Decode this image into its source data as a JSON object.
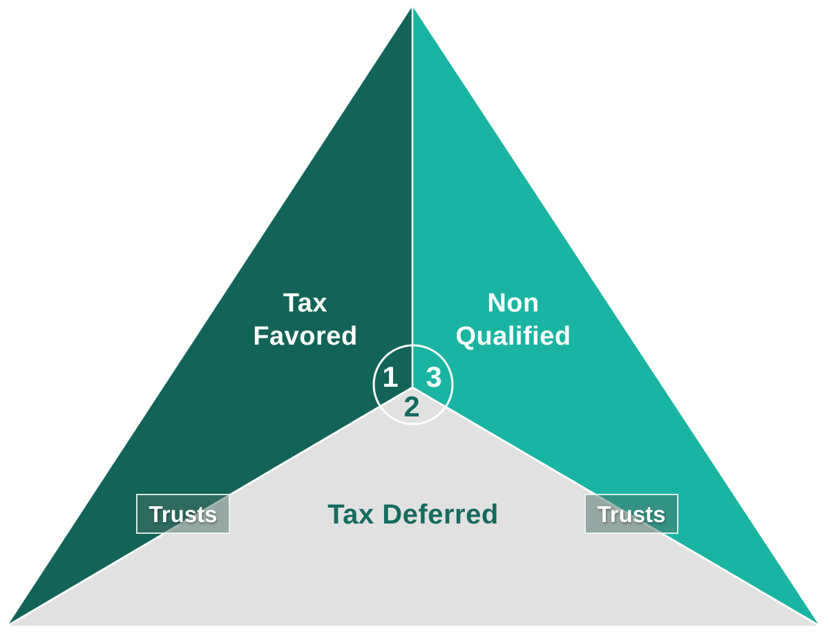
{
  "colors": {
    "dark_teal": "#136458",
    "teal": "#1AB4A2",
    "light_gray": "#E1E1E1",
    "divider": "#FFFFFF",
    "label_text": "#FFFFFF",
    "deferred_text": "#156B5E",
    "trust_box_fill": "rgba(74,112,102,0.5)",
    "trust_box_border": "rgba(236,250,246,0.9)"
  },
  "regions": {
    "tax_favored": {
      "line1": "Tax",
      "line2": "Favored"
    },
    "non_qualified": {
      "line1": "Non",
      "line2": "Qualified"
    },
    "tax_deferred": {
      "label": "Tax Deferred"
    }
  },
  "circle_badges": {
    "one": "1",
    "two": "2",
    "three": "3"
  },
  "trusts": {
    "left_label": "Trusts",
    "right_label": "Trusts"
  }
}
